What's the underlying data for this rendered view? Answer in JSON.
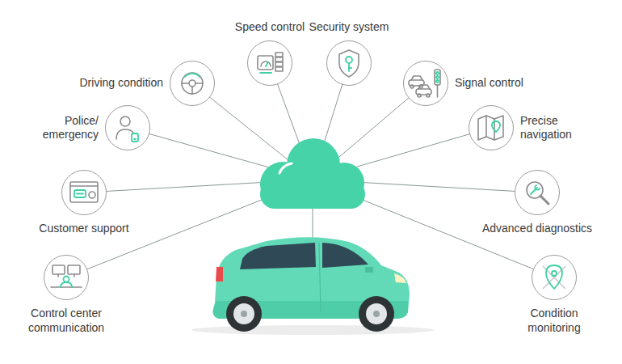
{
  "diagram": {
    "nodes": [
      {
        "text": [
          "Speed control"
        ]
      },
      {
        "text": [
          "Security system"
        ]
      },
      {
        "text": [
          "Driving condition"
        ]
      },
      {
        "text": [
          "Signal control"
        ]
      },
      {
        "text": [
          "Police/ emergency"
        ]
      },
      {
        "text": [
          "Precise navigation"
        ]
      },
      {
        "text": [
          "Customer support"
        ]
      },
      {
        "text": [
          "Advanced diagnostics"
        ]
      },
      {
        "text": [
          "Control center communication"
        ]
      },
      {
        "text": [
          "Condition monitoring"
        ]
      }
    ]
  }
}
